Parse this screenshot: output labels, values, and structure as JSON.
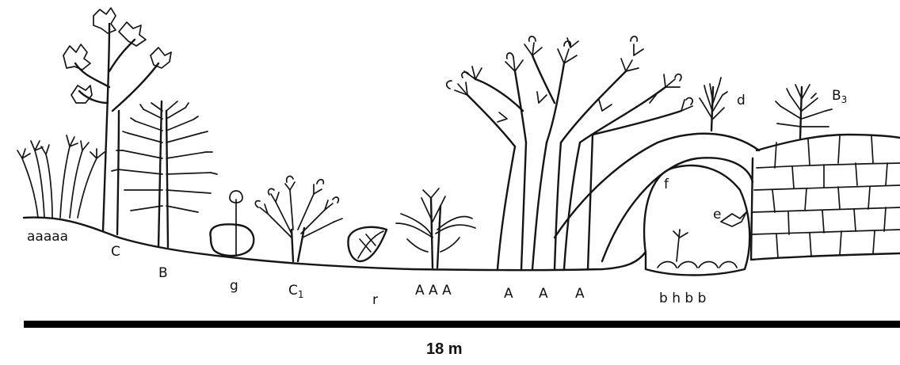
{
  "labels": {
    "aaaaa": "aaaaa",
    "C": "C",
    "B": "B",
    "g": "g",
    "C1": "C",
    "C1_sub": "1",
    "r": "r",
    "A1A2A3": "A A A",
    "A_left": "A",
    "A_mid": "A",
    "A_right": "A",
    "bhbb": "b h b b",
    "d": "d",
    "B3": "B",
    "B3_sub": "3",
    "f": "f",
    "e": "e"
  },
  "scale": {
    "label": "18 m"
  },
  "colors": {
    "ink": "#151515",
    "cave_fill": "#cfcfcf",
    "background": "#ffffff"
  }
}
